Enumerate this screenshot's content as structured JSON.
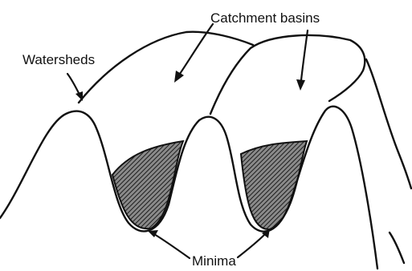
{
  "labels": {
    "watersheds": "Watersheds",
    "catchment_basins": "Catchment basins",
    "minima": "Minima"
  }
}
